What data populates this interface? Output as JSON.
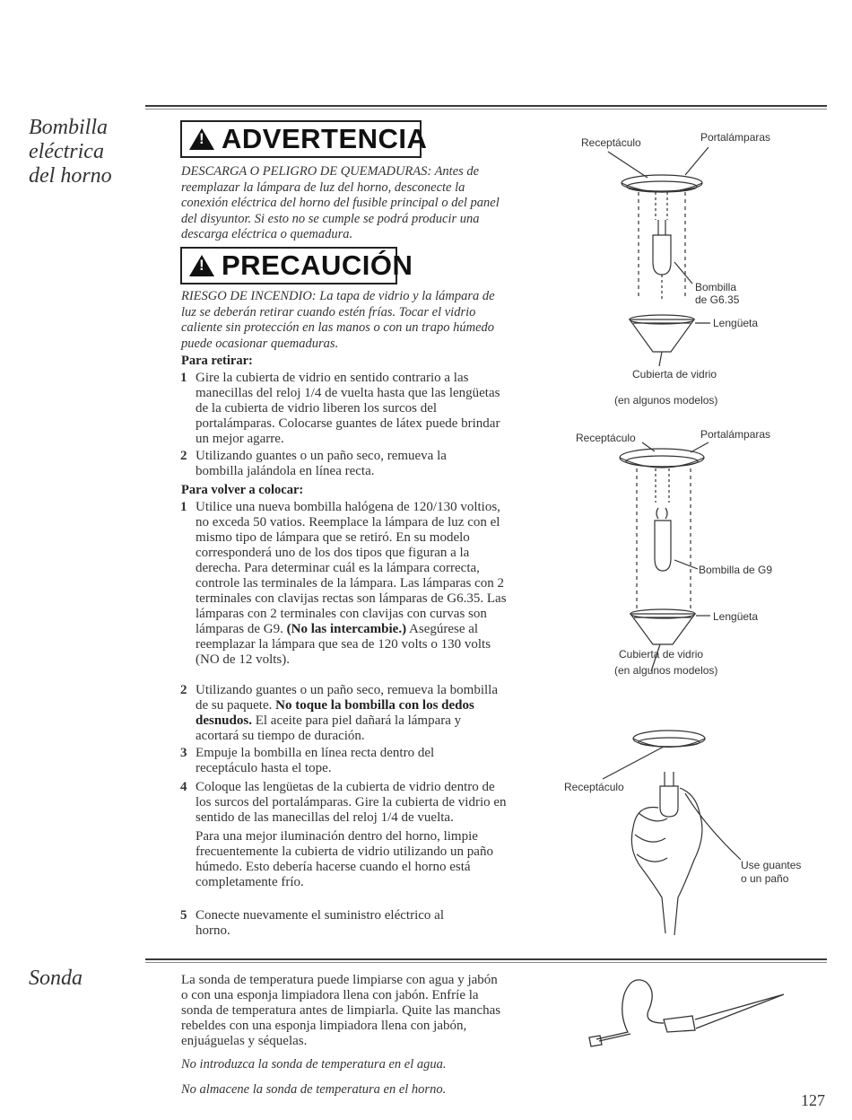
{
  "section1": {
    "title_line1": "Bombilla",
    "title_line2": "eléctrica",
    "title_line3": "del horno"
  },
  "advertencia": {
    "label": "ADVERTENCIA",
    "text": "DESCARGA O PELIGRO DE QUEMADURAS: Antes de reemplazar la lámpara de luz del horno, desconecte la conexión eléctrica del horno del fusible principal o del panel del disyuntor. Si esto no se cumple se podrá producir una descarga eléctrica o quemadura."
  },
  "precaucion": {
    "label": "PRECAUCIÓN",
    "text": "RIESGO DE INCENDIO: La tapa de vidrio y la lámpara de luz se deberán retirar cuando estén frías. Tocar el vidrio caliente sin protección en las manos o con un trapo húmedo puede ocasionar quemaduras."
  },
  "retirar": {
    "heading": "Para retirar:",
    "steps": [
      {
        "num": "1",
        "text": "Gire la cubierta de vidrio en sentido contrario a las manecillas del reloj 1/4 de vuelta hasta que las lengüetas de la cubierta de vidrio liberen los surcos del portalámparas. Colocarse guantes de látex puede brindar un mejor agarre."
      },
      {
        "num": "2",
        "text": "Utilizando guantes o un paño seco, remueva la bombilla jalándola en línea recta."
      }
    ]
  },
  "colocar": {
    "heading": "Para volver a colocar:",
    "step1": {
      "num": "1",
      "a": "Utilice una nueva bombilla halógena de 120/130 voltios, no exceda 50 vatios. Reemplace la lámpara de luz con el mismo tipo de lámpara que se retiró. En su modelo corresponderá uno de los dos tipos que figuran a la derecha. Para determinar cuál es la lámpara correcta, controle las terminales de la lámpara. Las lámparas con 2 terminales con clavijas rectas son lámparas de G6.35. Las lámparas con 2 terminales con clavijas con curvas son lámparas de G9.",
      "b": "(No las intercambie.)",
      "c": "Asegúrese al reemplazar la lámpara que sea de 120 volts o 130 volts (NO de 12 volts)."
    },
    "step2": {
      "num": "2",
      "a": "Utilizando guantes o un paño seco, remueva la bombilla de su paquete.",
      "b": "No toque la bombilla con los dedos desnudos.",
      "c": "El aceite para piel dañará la lámpara y acortará su tiempo de duración."
    },
    "step3": {
      "num": "3",
      "text": "Empuje la bombilla en línea recta dentro del receptáculo hasta el tope."
    },
    "step4": {
      "num": "4",
      "text": "Coloque las lengüetas de la cubierta de vidrio dentro de los surcos del portalámparas. Gire la cubierta de vidrio en sentido de las manecillas del reloj 1/4 de vuelta.",
      "extra": "Para una mejor iluminación dentro del horno, limpie frecuentemente la cubierta de vidrio utilizando un paño húmedo. Esto debería hacerse cuando el horno está completamente frío."
    },
    "step5": {
      "num": "5",
      "text": "Conecte nuevamente el suministro eléctrico al horno."
    }
  },
  "figures": {
    "fig1": {
      "receptaculo": "Receptáculo",
      "portalamparas": "Portalámparas",
      "bombilla": "Bombilla",
      "bombilla_tipo": "de G6.35",
      "lengueta": "Lengüeta",
      "cubierta": "Cubierta de vidrio",
      "modelos": "(en algunos modelos)"
    },
    "fig2": {
      "receptaculo": "Receptáculo",
      "portalamparas": "Portalámparas",
      "bombilla": "Bombilla de G9",
      "lengueta": "Lengüeta",
      "cubierta": "Cubierta de vidrio",
      "modelos": "(en algunos modelos)"
    },
    "fig3": {
      "receptaculo": "Receptáculo",
      "guantes_line1": "Use guantes",
      "guantes_line2": "o un paño"
    }
  },
  "section2": {
    "title": "Sonda",
    "text": "La sonda de temperatura puede limpiarse con agua y jabón o con una esponja limpiadora llena con jabón. Enfríe la sonda de temperatura antes de limpiarla. Quite las manchas rebeldes con una esponja limpiadora llena con jabón, enjuáguelas y séquelas.",
    "note1": "No introduzca la sonda de temperatura en el agua.",
    "note2": "No almacene la sonda de temperatura en el horno."
  },
  "page_number": "127"
}
